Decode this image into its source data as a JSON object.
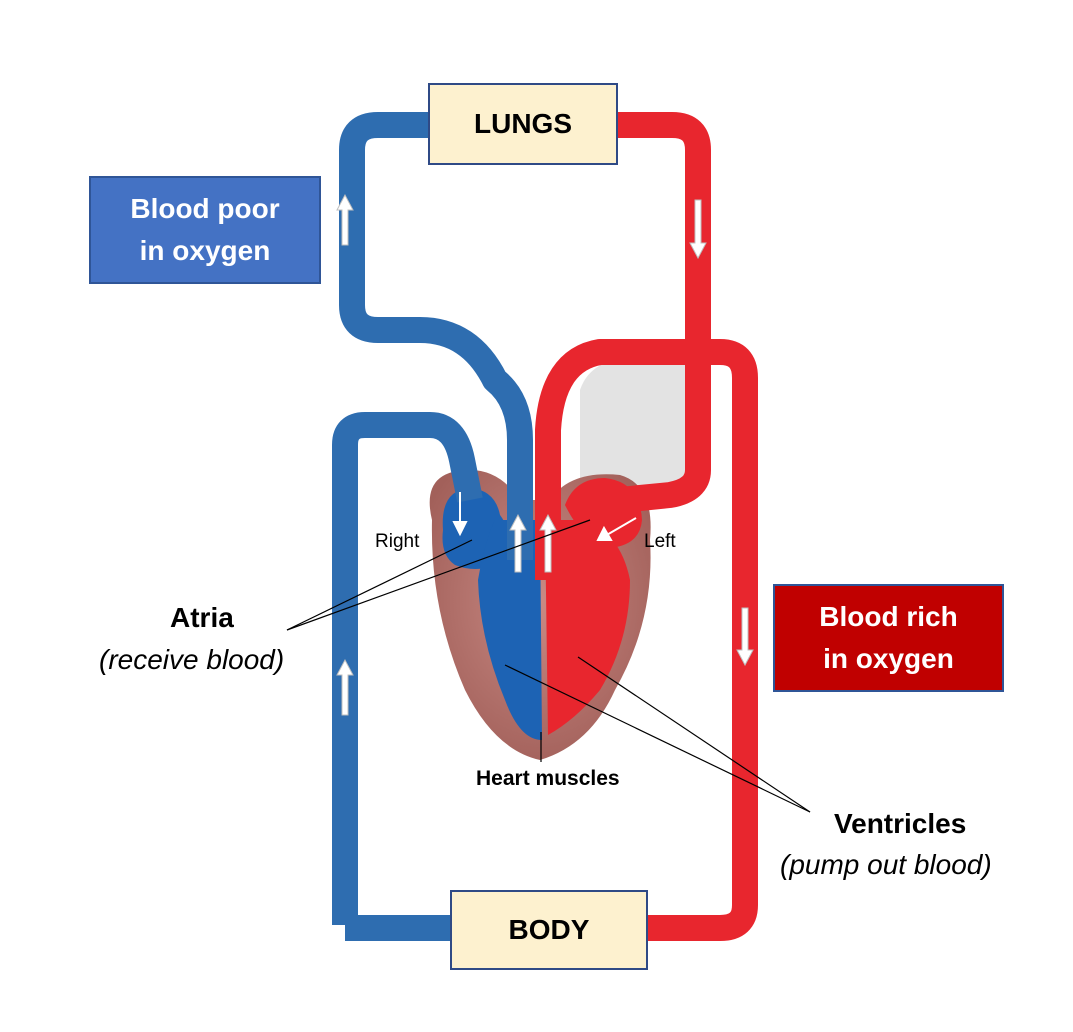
{
  "boxes": {
    "lungs": "LUNGS",
    "body": "BODY",
    "poor_line1": "Blood poor",
    "poor_line2": "in oxygen",
    "rich_line1": "Blood rich",
    "rich_line2": "in oxygen"
  },
  "labels": {
    "right": "Right",
    "left": "Left",
    "atria": "Atria",
    "atria_note": "(receive blood)",
    "heart_muscles": "Heart muscles",
    "ventricles": "Ventricles",
    "ventricles_note": "(pump out blood)"
  },
  "colors": {
    "deoxygenated": "#2e6db0",
    "oxygenated": "#e8262e",
    "muscle": "#b36f6a",
    "box_fill": "#fdf1cf",
    "poor_box": "#4472c4",
    "rich_box": "#c00000"
  }
}
